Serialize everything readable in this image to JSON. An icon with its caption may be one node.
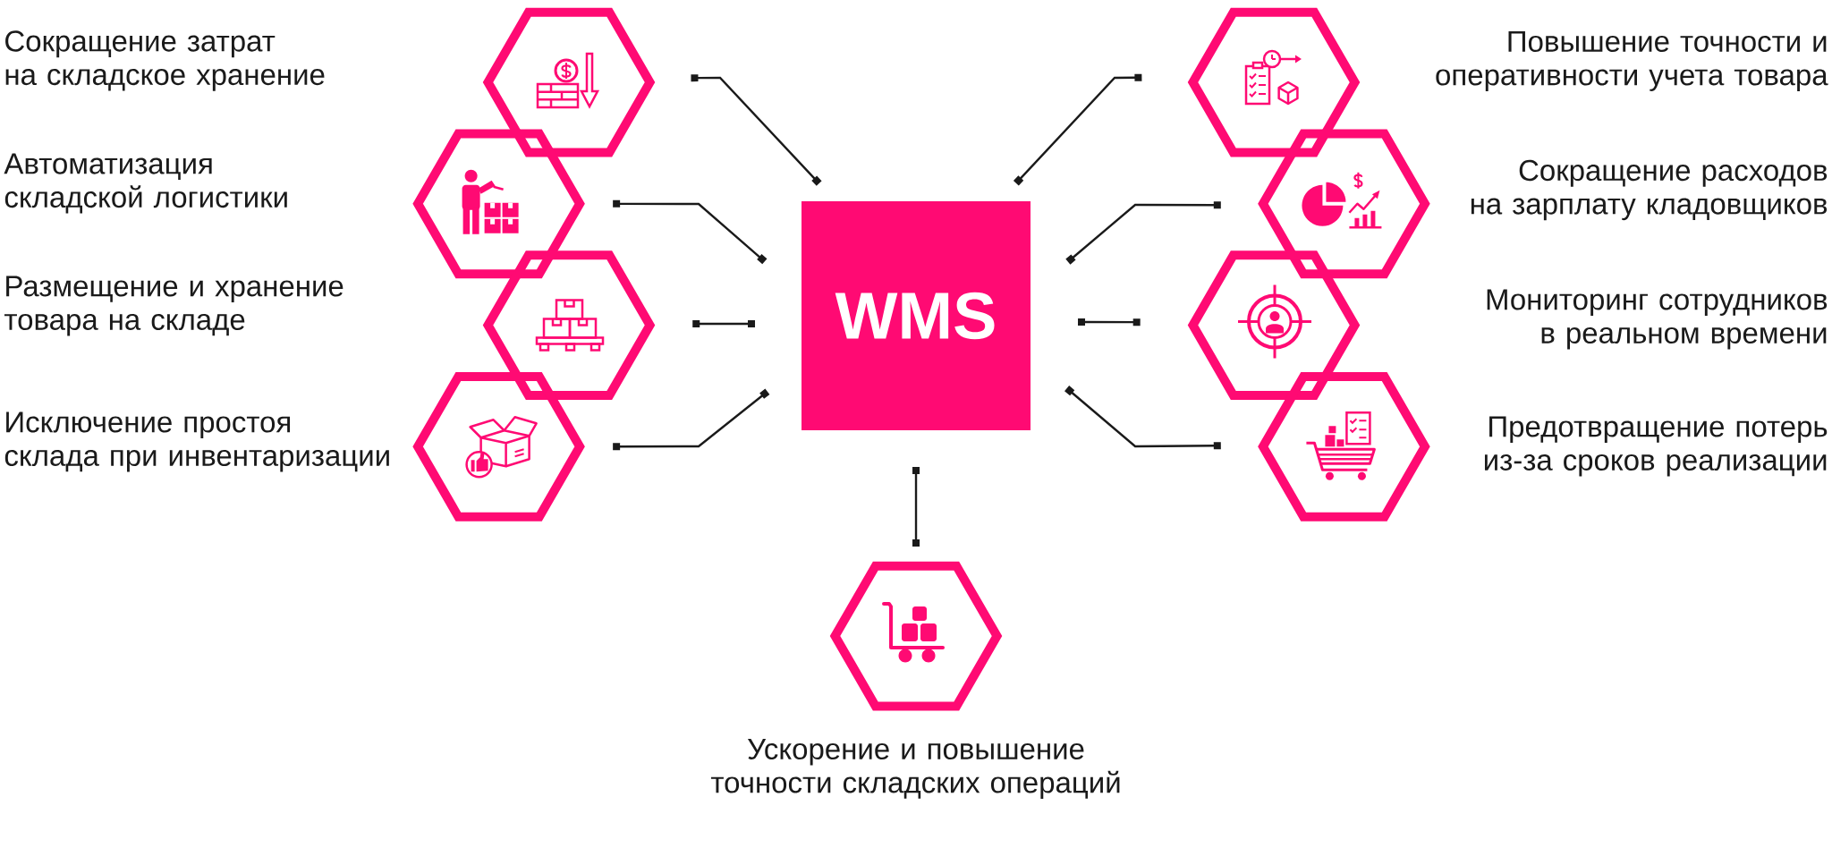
{
  "diagram": {
    "nodes": [
      {
        "text": [],
        "shape": "hexagon"
      },
      {
        "text": [],
        "shape": "hexagon"
      },
      {
        "text": [],
        "shape": "hexagon"
      },
      {
        "text": [],
        "shape": "hexagon",
        "beside": [
          "Исключение простоя склада при инвентаризации"
        ]
      },
      {
        "text": [
          "WMS"
        ]
      },
      {
        "text": [],
        "shape": "hexagon"
      },
      {
        "text": [],
        "shape": "hexagon",
        "beside": [
          "Сокращение расходов на зарплату кладовщиков"
        ]
      },
      {
        "text": [],
        "shape": "hexagon"
      },
      {
        "text": [],
        "shape": "hexagon",
        "beside": [
          "Предотвращение потерь из-за сроков реализации"
        ]
      },
      {
        "text": [],
        "shape": "hexagon",
        "beside": [
          "Ускорение и повышение точности складских операций"
        ]
      }
    ],
    "edges": [
      {
        "from": 0,
        "to": 4,
        "arrow": "other"
      },
      {
        "from": 1,
        "to": 4,
        "arrow": "other"
      },
      {
        "from": 2,
        "to": 4,
        "arrow": "other"
      },
      {
        "from": 3,
        "to": 4,
        "arrow": "other"
      },
      {
        "from": 5,
        "to": 4,
        "arrow": "other"
      },
      {
        "from": 6,
        "to": 4,
        "arrow": "other"
      },
      {
        "from": 7,
        "to": 4,
        "arrow": "other"
      },
      {
        "from": 8,
        "to": 4,
        "arrow": "other"
      },
      {
        "from": 9,
        "to": 4,
        "arrow": "other"
      }
    ],
    "labels": [
      "Сокращение затрат на складское хранение",
      "Повышение точности и оперативности учета товара",
      "Автоматизация складской логистики",
      "Размещение и хранение товара на складе",
      "Мониторинг сотрудников в реальном времени"
    ]
  }
}
